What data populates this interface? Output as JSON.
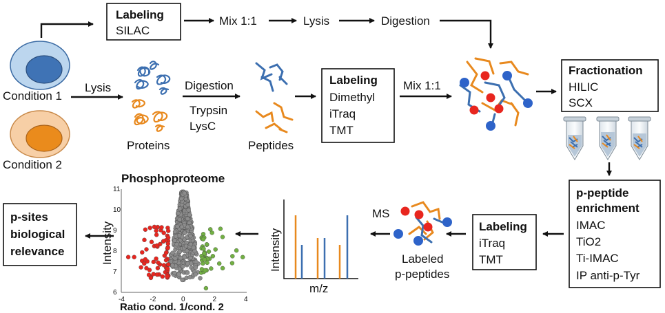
{
  "top_box": {
    "title": "Labeling",
    "line1": "SILAC"
  },
  "top_flow": {
    "mix": "Mix 1:1",
    "lysis": "Lysis",
    "digestion": "Digestion"
  },
  "conditions": {
    "c1": "Condition 1",
    "c2": "Condition 2"
  },
  "mid_flow": {
    "lysis": "Lysis",
    "proteins": "Proteins",
    "digestion": "Digestion",
    "trypsin": "Trypsin",
    "lysc": "LysC",
    "peptides": "Peptides",
    "mix": "Mix 1:1"
  },
  "chem_box": {
    "title": "Labeling",
    "items": [
      "Dimethyl",
      "iTraq",
      "TMT"
    ]
  },
  "frac_box": {
    "title": "Fractionation",
    "items": [
      "HILIC",
      "SCX"
    ]
  },
  "enrich_box": {
    "title1": "p-peptide",
    "title2": "enrichment",
    "items": [
      "IMAC",
      "TiO2",
      "Ti-IMAC",
      "IP anti-p-Tyr"
    ]
  },
  "label2_box": {
    "title": "Labeling",
    "items": [
      "iTraq",
      "TMT"
    ]
  },
  "labeled": {
    "line1": "Labeled",
    "line2": "p-peptides"
  },
  "ms": {
    "label": "MS",
    "ylabel": "Intensity",
    "xlabel": "m/z"
  },
  "psites_box": {
    "line1": "p-sites",
    "line2": "biological",
    "line3": "relevance"
  },
  "colors": {
    "blue": "#3c6fb0",
    "orange": "#e8891e",
    "red": "#e8261f",
    "green": "#72b043",
    "gray": "#8c8c8c",
    "dot_blue": "#2e63c9"
  },
  "chart_data": {
    "type": "scatter",
    "title": "Phosphoproteome",
    "xlabel": "Ratio cond. 1/cond. 2",
    "ylabel": "Intensity",
    "xlim": [
      -4,
      4
    ],
    "ylim": [
      6,
      11
    ],
    "x_ticks": [
      "-4",
      "-2",
      "0",
      "2",
      "4"
    ],
    "y_ticks": [
      "6",
      "7",
      "8",
      "9",
      "10",
      "11"
    ],
    "series": [
      {
        "color": "gray",
        "x_range": [
          -1.0,
          1.1
        ],
        "y_range": [
          6.6,
          10.9
        ]
      },
      {
        "color": "red",
        "x_range": [
          -3.6,
          -1.0
        ],
        "y_range": [
          6.7,
          9.2
        ]
      },
      {
        "color": "green",
        "x_range": [
          1.1,
          3.8
        ],
        "y_range": [
          6.2,
          9.1
        ]
      }
    ]
  }
}
